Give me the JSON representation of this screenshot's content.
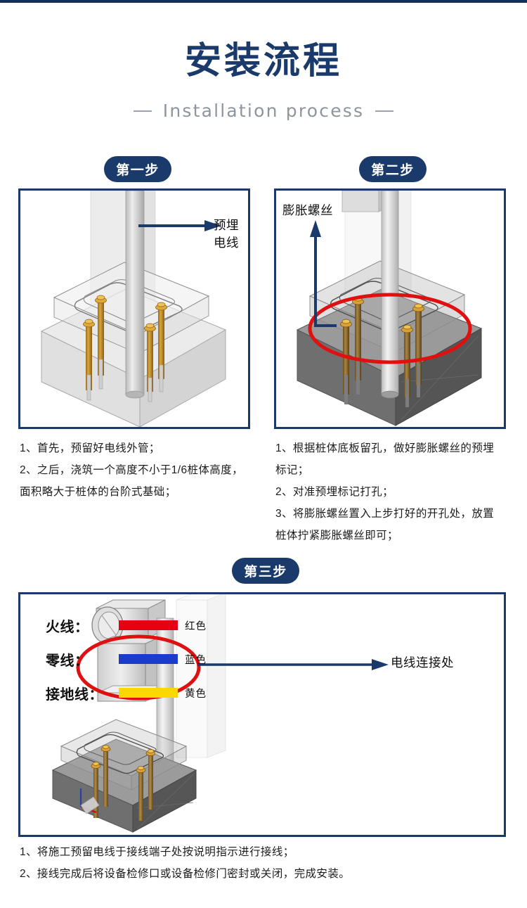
{
  "header": {
    "title": "安装流程",
    "subtitle": "Installation process",
    "dash_left": "—",
    "dash_right": "—",
    "title_color": "#1a3a6b",
    "subtitle_color": "#8d959e"
  },
  "steps": [
    {
      "badge": "第一步",
      "diagram_label": "预埋\n电线",
      "diagram_label_line1": "预埋",
      "diagram_label_line2": "电线",
      "caption_lines": [
        "1、首先，预留好电线外管；",
        "2、之后，浇筑一个高度不小于1/6桩体高度，",
        "面积略大于桩体的台阶式基础；"
      ]
    },
    {
      "badge": "第二步",
      "diagram_label": "膨胀螺丝",
      "caption_lines": [
        "1、根据桩体底板留孔，做好膨胀螺丝的预埋",
        "标记；",
        "2、对准预埋标记打孔；",
        "3、将膨胀螺丝置入上步打好的开孔处，放置",
        "桩体拧紧膨胀螺丝即可；"
      ]
    },
    {
      "badge": "第三步",
      "diagram_label": "电线连接处",
      "caption_lines": [
        "1、将施工预留电线于接线端子处按说明指示进行接线；",
        "2、接线完成后将设备检修口或设备检修门密封或关闭，完成安装。"
      ]
    }
  ],
  "wire_legend": [
    {
      "label": "火线：",
      "color": "#e60012",
      "color_name": "红色"
    },
    {
      "label": "零线：",
      "color": "#1a3cc8",
      "color_name": "蓝色"
    },
    {
      "label": "接地线：",
      "color": "#ffd700",
      "color_name": "黄色"
    }
  ],
  "colors": {
    "navy": "#1a3a6b",
    "top_rule": "#12325c",
    "highlight_ellipse": "#e01010",
    "bolt_gold": "#c8922a",
    "foundation_light": "#e3e3e3",
    "foundation_dark": "#6e6e6e",
    "pole_gray": "#cfcfcf"
  }
}
